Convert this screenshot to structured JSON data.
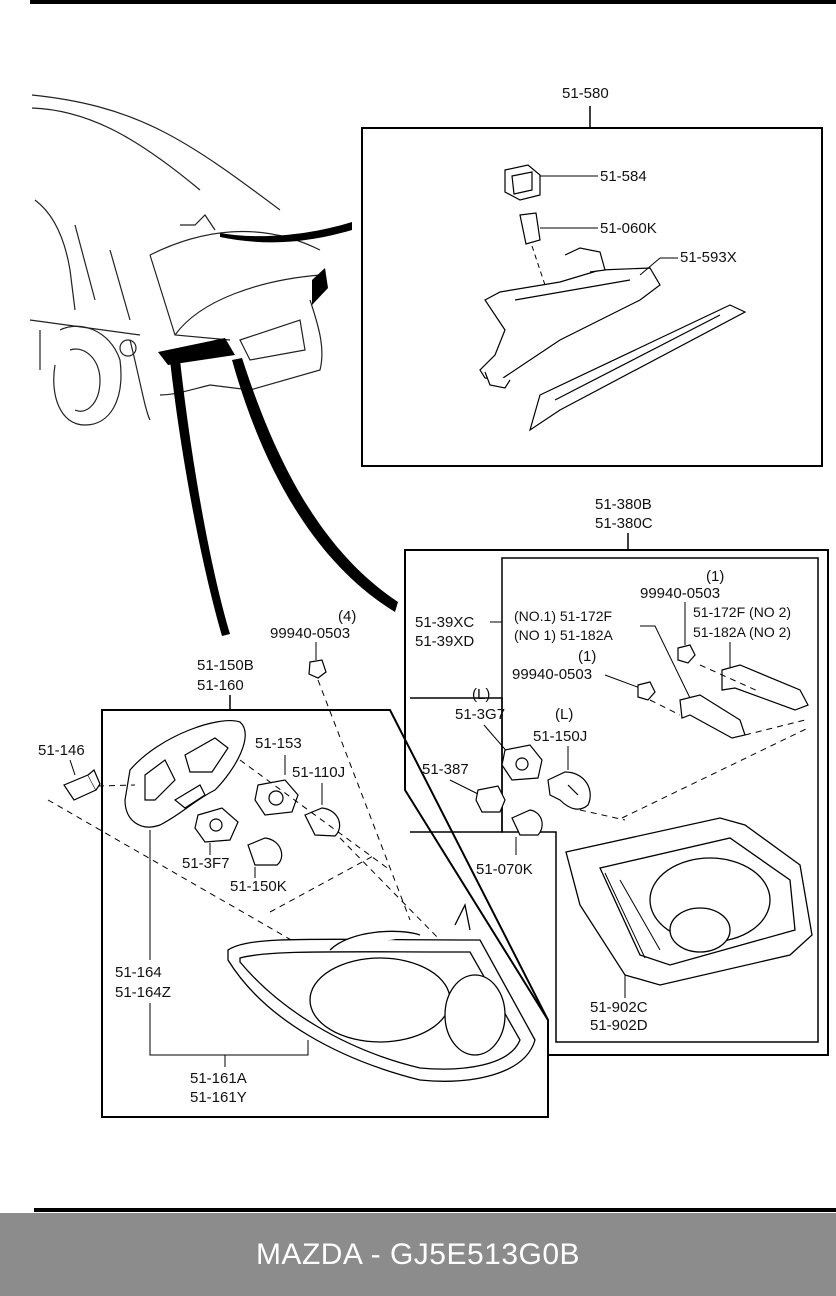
{
  "footer": {
    "caption": "MAZDA - GJ5E513G0B"
  },
  "labels": {
    "l_51_580": "51-580",
    "l_51_584": "51-584",
    "l_51_060k": "51-060K",
    "l_51_593x": "51-593X",
    "l_51_380b": "51-380B",
    "l_51_380c": "51-380C",
    "l_99940_1a_qty": "(1)",
    "l_99940_1a": "99940-0503",
    "l_51_172f_no2": "51-172F (NO 2)",
    "l_51_182a_no2": "51-182A (NO 2)",
    "l_51_172f_no1": "(NO.1) 51-172F",
    "l_51_182a_no1": "(NO 1) 51-182A",
    "l_99940_1b_qty": "(1)",
    "l_99940_1b": "99940-0503",
    "l_51_39xc": "51-39XC",
    "l_51_39xd": "51-39XD",
    "l_3g7_side": "(L)",
    "l_51_3g7": "51-3G7",
    "l_150j_side": "(L)",
    "l_51_150j_r": "51-150J",
    "l_51_387": "51-387",
    "l_51_070k": "51-070K",
    "l_51_902c": "51-902C",
    "l_51_902d": "51-902D",
    "l_99940_4_qty": "(4)",
    "l_99940_4": "99940-0503",
    "l_51_150b": "51-150B",
    "l_51_160": "51-160",
    "l_51_146": "51-146",
    "l_51_153": "51-153",
    "l_51_110j": "51-110J",
    "l_51_3f7": "51-3F7",
    "l_51_150k": "51-150K",
    "l_51_164": "51-164",
    "l_51_164z": "51-164Z",
    "l_51_161a": "51-161A",
    "l_51_161y": "51-161Y"
  }
}
